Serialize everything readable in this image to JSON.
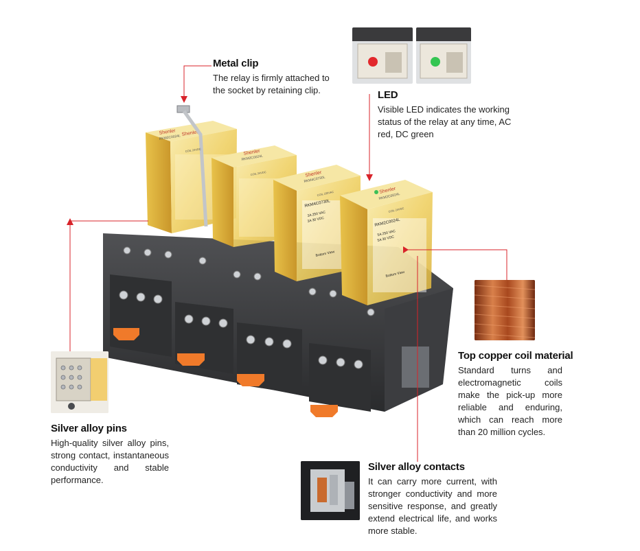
{
  "callouts": {
    "metal_clip": {
      "title": "Metal clip",
      "body": "The relay is firmly attached to the socket by retaining clip."
    },
    "led": {
      "title": "LED",
      "body": "Visible LED indicates the working status of the relay at any time, AC red, DC green"
    },
    "copper_coil": {
      "title": "Top copper coil material",
      "body": "Standard turns and electromagnetic coils make the pick-up more reliable and enduring, which can reach more than 20 million cycles."
    },
    "silver_pins": {
      "title": "Silver alloy pins",
      "body": "High-quality silver alloy pins, strong contact, instantaneous conductivity and stable performance."
    },
    "silver_contacts": {
      "title": "Silver alloy contacts",
      "body": "It can carry more current, with stronger conductivity and more sensitive response, and greatly extend electrical life, and works more stable."
    }
  },
  "relays": [
    {
      "brand": "Shenler",
      "model": "RKM2C0024L",
      "coil": "COIL 24VDC"
    },
    {
      "brand": "Shenler",
      "model": "RKM2C0024L",
      "coil": "COIL 24VDC"
    },
    {
      "brand": "Shenler",
      "model": "RKM4C0730L",
      "coil": "COIL 230VAC",
      "rating_1": "3A 250 VAC",
      "rating_2": "3A 30 VDC",
      "view": "Bottom View"
    },
    {
      "brand": "Shenler",
      "model": "RKM2C0024L",
      "coil": "COIL 24VDC",
      "rating_1": "5A 250 VAC",
      "rating_2": "5A 30 VDC",
      "view": "Bottom View"
    }
  ],
  "colors": {
    "callout_line": "#d8232a",
    "relay_amber": "#f2d35b",
    "socket": "#3a3b3d",
    "release_tab": "#f07a2a",
    "copper": "#b8582a"
  },
  "icons": [
    "arrow-down-icon",
    "arrow-up-icon"
  ]
}
